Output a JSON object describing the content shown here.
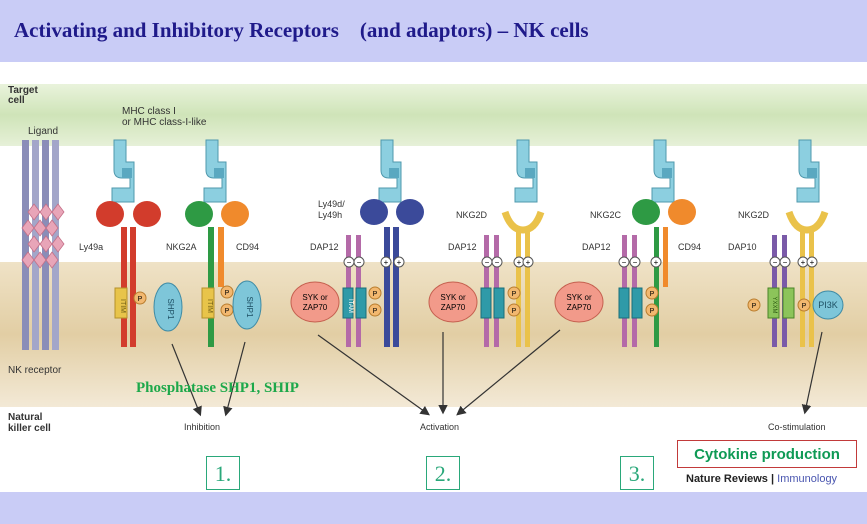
{
  "title": "Activating and Inhibitory Receptors    (and adaptors) – NK cells",
  "labels": {
    "target_cell": "Target\ncell",
    "ligand": "Ligand",
    "mhc": "MHC class I\nor MHC class-I-like",
    "nk_receptor": "NK receptor",
    "natural_killer_cell": "Natural\nkiller cell",
    "ly49a": "Ly49a",
    "nkg2a": "NKG2A",
    "cd94_1": "CD94",
    "ly49dh": "Ly49d/\nLy49h",
    "dap12_1": "DAP12",
    "nkg2d_1": "NKG2D",
    "dap12_2": "DAP12",
    "nkg2c": "NKG2C",
    "dap12_3": "DAP12",
    "cd94_2": "CD94",
    "nkg2d_2": "NKG2D",
    "dap10": "DAP10",
    "itim": "ITIM",
    "itam": "ITAM",
    "yxxm": "YXXM",
    "shp1": "SHP1",
    "syk": "SYK or\nZAP70",
    "pi3k": "PI3K",
    "p": "P",
    "minus": "−",
    "plus": "+"
  },
  "outcomes": {
    "inhibition": "Inhibition",
    "activation": "Activation",
    "costimulation": "Co-stimulation"
  },
  "phosphatase": "Phosphatase SHP1, SHIP",
  "numbers": [
    "1.",
    "2.",
    "3."
  ],
  "cytokine": "Cytokine production",
  "credit": {
    "journal": "Nature Reviews",
    "separator": " | ",
    "subject": "Immunology"
  },
  "colors": {
    "slide_bg": "#c9ccf6",
    "title": "#1f1a8a",
    "green_text": "#1da84a",
    "box_border": "#2aa87a",
    "cytokine_border": "#c23a3a"
  }
}
